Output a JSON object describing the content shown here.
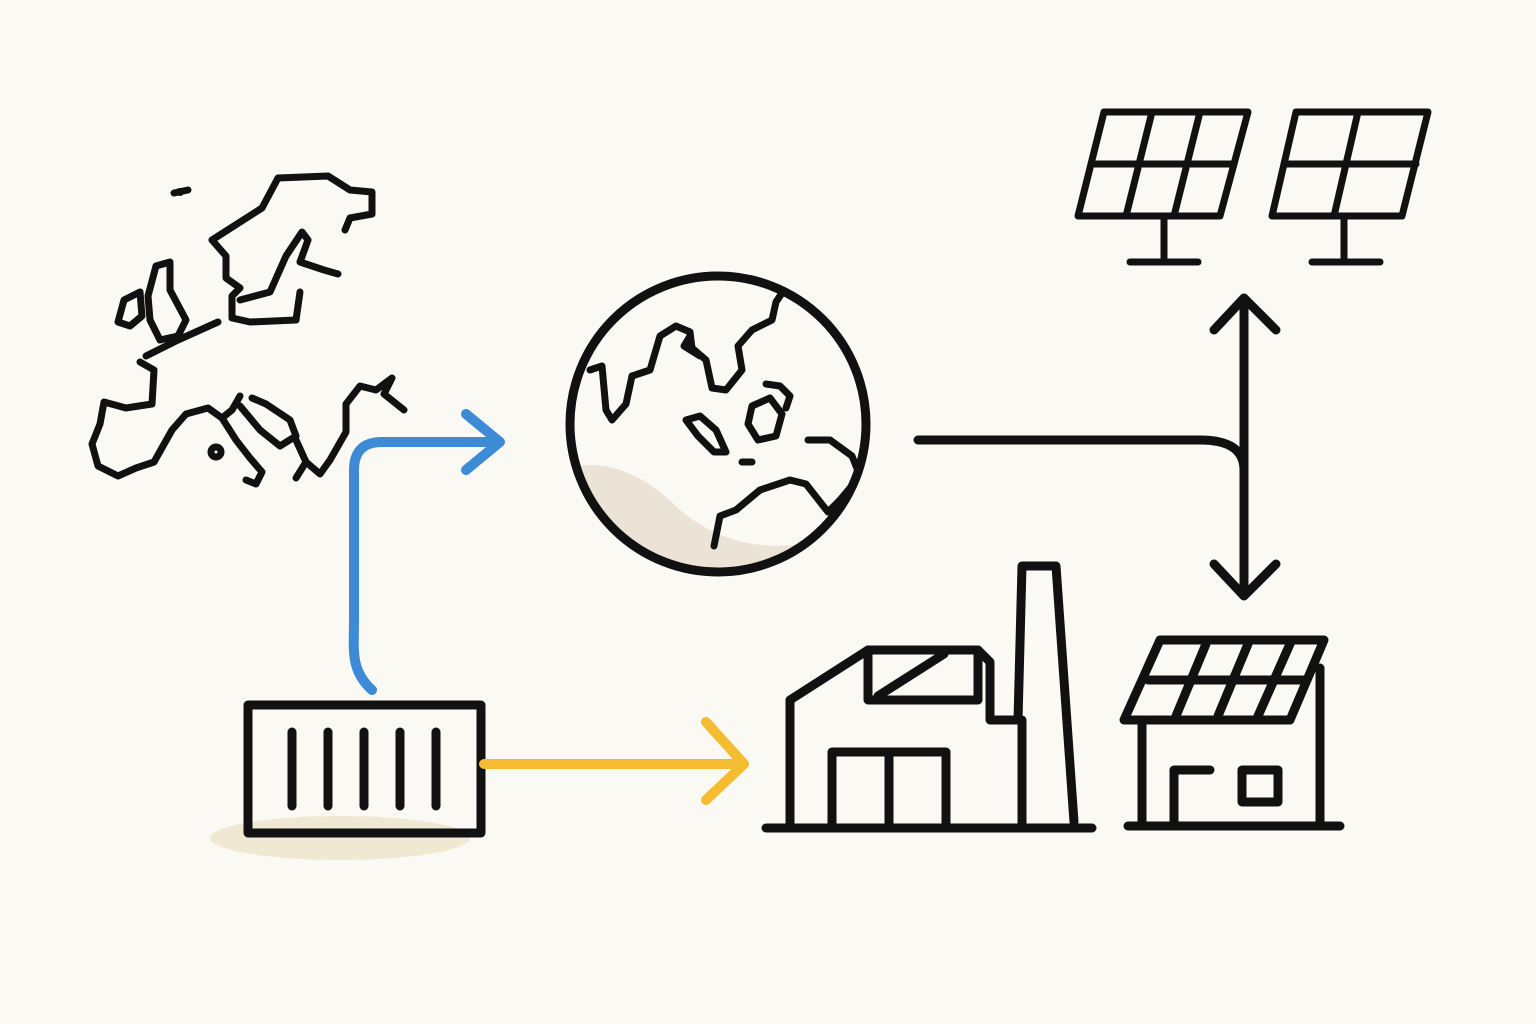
{
  "diagram": {
    "background": "#fbf9f3",
    "colors": {
      "ink": "#111111",
      "blue_arrow": "#3d8ad6",
      "yellow_arrow": "#f5bc32",
      "globe_shade": "#ebe3d6",
      "container_shadow": "#efe8d2"
    },
    "nodes": [
      {
        "id": "europe",
        "icon": "europe-map-icon"
      },
      {
        "id": "container",
        "icon": "shipping-container-icon"
      },
      {
        "id": "globe",
        "icon": "globe-icon"
      },
      {
        "id": "solar-panels",
        "icon": "solar-panels-icon",
        "count": 2
      },
      {
        "id": "factory",
        "icon": "factory-icon"
      },
      {
        "id": "solar-house",
        "icon": "solar-roof-house-icon"
      }
    ],
    "connectors": [
      {
        "from": "container",
        "to": "globe",
        "color": "blue",
        "icon": "arrow-right-icon"
      },
      {
        "from": "container",
        "to": "factory",
        "color": "yellow",
        "icon": "arrow-right-icon"
      },
      {
        "from": "globe",
        "to": "junction",
        "color": "black",
        "icon": "line"
      },
      {
        "from": "junction",
        "to": "solar-panels",
        "color": "black",
        "icon": "arrow-up-icon"
      },
      {
        "from": "junction",
        "to": "solar-house",
        "color": "black",
        "icon": "arrow-down-icon"
      }
    ]
  }
}
